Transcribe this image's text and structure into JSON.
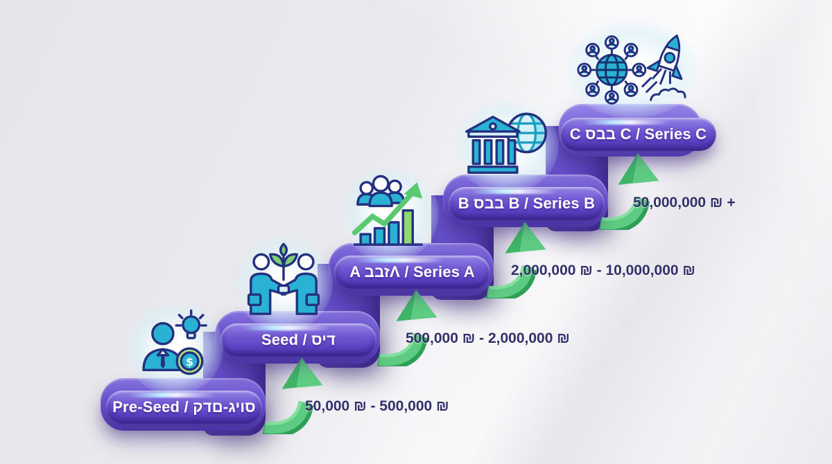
{
  "infographic": {
    "name": "startup-funding-stages-staircase",
    "direction": "bottom-left to top-right",
    "colors": {
      "background": "#eae9ed",
      "step_purple": "#5d44c6",
      "riser_purple": "#6148c4",
      "arrow_green": "#58cb81",
      "amount_text": "#32306a",
      "icon_cyan": "#29b2d4",
      "icon_navy": "#243180",
      "icon_green": "#7ccf6e",
      "label_text": "#ffffff"
    },
    "steps": [
      {
        "id": "pre-seed",
        "label": "Pre-Seed / קדם-גיוס",
        "amount": "50,000 ₪ - 500,000 ₪",
        "icon": "founder-lightbulb-coin-icon"
      },
      {
        "id": "seed",
        "label": "Seed / סיד",
        "amount": "500,000 ₪ - 2,000,000 ₪",
        "icon": "handshake-sprout-icon"
      },
      {
        "id": "series-a",
        "label": "A בבזΛ / Series A",
        "amount": "2,000,000 ₪ - 10,000,000 ₪",
        "icon": "team-growth-chart-icon"
      },
      {
        "id": "series-b",
        "label": "B סבב B / Series B",
        "amount": "50,000,000 ₪ +",
        "icon": "bank-globe-icon"
      },
      {
        "id": "series-c",
        "label": "C סבב C / Series C",
        "amount": "",
        "icon": "global-network-rocket-icon"
      }
    ],
    "arrows": {
      "name": "growth-arrow",
      "color": "#58cb81",
      "count": 4
    }
  }
}
